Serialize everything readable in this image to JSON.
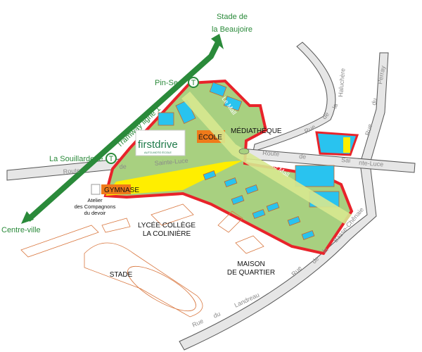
{
  "colors": {
    "tram": "#2a8a3a",
    "zone_border": "#e8232a",
    "green": "#a8d080",
    "yellow": "#ffee00",
    "orange": "#ef7a1a",
    "blue": "#29c3ef",
    "road": "#e6e6e6"
  },
  "tram": {
    "line_label": "Tramway ligne 1",
    "north_terminus": "Stade de\nla Beaujoire",
    "north_line1": "Stade de",
    "north_line2": "la Beaujoire",
    "south_terminus": "Centre-ville",
    "stops": [
      {
        "name": "Pin-Sec",
        "icon": "T"
      },
      {
        "name": "La Souillarderie",
        "icon": "T"
      }
    ]
  },
  "roads": {
    "sainte_luce": [
      "Route",
      "de",
      "Sainte-Luce"
    ],
    "sainte_luce_east": [
      "Route",
      "de",
      "Sai",
      "nte-Luce"
    ],
    "haluchere": [
      "Rue",
      "de",
      "la",
      "Haluchère"
    ],
    "perray": [
      "Rue",
      "du",
      "Perray"
    ],
    "basse_chenaie": [
      "Rue",
      "de",
      "la",
      "Basse-Chênaie"
    ],
    "landreau": [
      "Rue",
      "du",
      "Landreau"
    ],
    "mall": "Le Mall"
  },
  "places": {
    "ecole": "ÉCOLE",
    "mediatheque": "MÉDIATHÈQUE",
    "gymnase": "GYMNASE",
    "atelier": [
      "Atelier",
      "des Compagnons",
      "du devoir"
    ],
    "lycee": [
      "LYCÉE COLLÈGE",
      "LA COLINIÈRE"
    ],
    "stade": "STADE",
    "maison": [
      "MAISON",
      "DE QUARTIER"
    ]
  },
  "logo": {
    "name": "firstdrive",
    "tagline": "AUTO-MOTO ÉCOLE"
  }
}
